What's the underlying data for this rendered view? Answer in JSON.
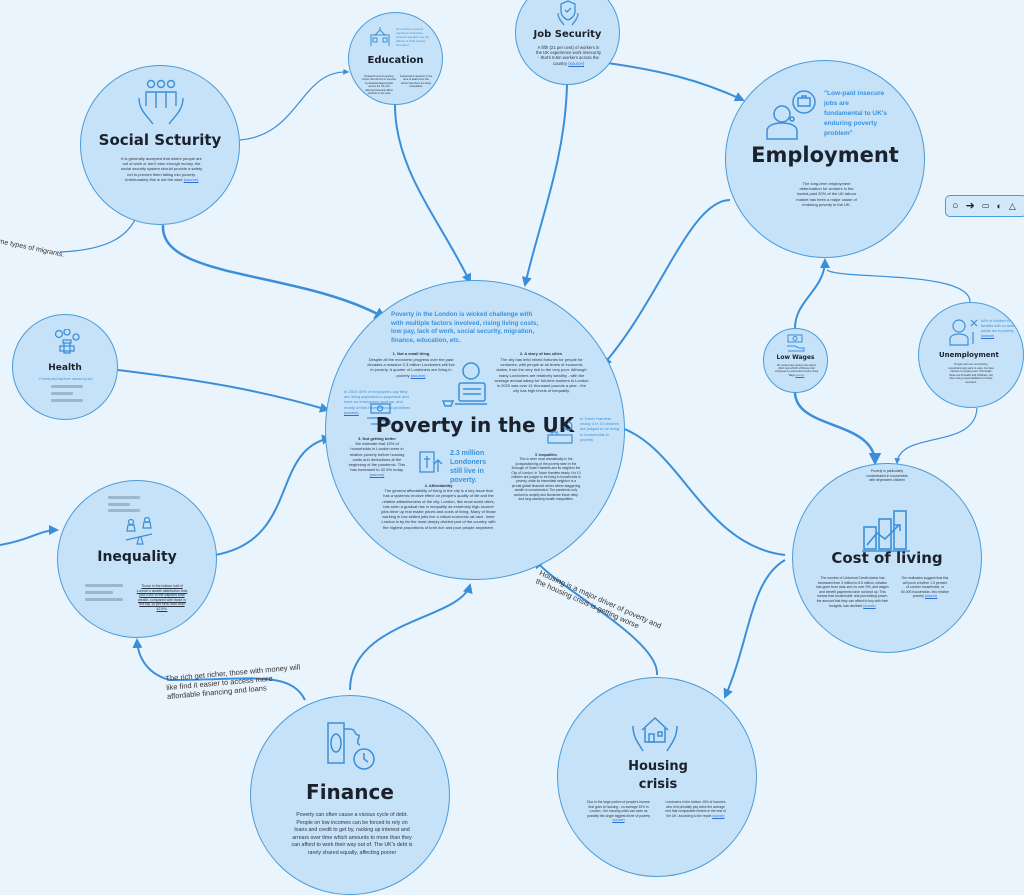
{
  "colors": {
    "background": "#eaf4fd",
    "node_fill": "#c6e2f8",
    "accent": "#3a92dc",
    "edge": "#3a8fd8"
  },
  "central": {
    "title": "Poverty in the UK",
    "intro": "Poverty in the London is wicked challenge with with multiple factors involved, rising living costs, low pay, lack of work, social security, migration, finance, education, etc.",
    "s1_title": "1. Not a small thing",
    "s1_text": "Despite all the economic progress over the past decades a massive 2.3 million Londoners still live in poverty. A quarter of Londoners are living in poverty",
    "s1_source": "(source)",
    "s2_title": "2. A story of two cities",
    "s2_text": "The city has held mixed fortunes for people for centuries, with people at all levels of economic status, from the very rich to the very poor. Although many Londoners are relatively wealthy - with the average annual salary for full-time workers in London in 2020 was over 41 thousand pounds a year - the city has high levels of inequality.",
    "side_note": "In 2019 30% of employees say they are living paycheck-to-paycheck and have no emergency savings, and nearly a third have financial problems",
    "side_source": "(source)",
    "s3_title": "3. Not getting better",
    "s3_text": "We estimate that 15% of households in London were in relative poverty before housing costs and deductions at the beginning of the pandemic. This has increased to 22.5% today.",
    "s3_source": "(source)",
    "stat": "2.3 million Londoners still live in poverty.",
    "right_note": "In Tower Hamlets nearly 4 in 10 children are judged to be living in households in poverty",
    "s4_title": "4. Affordability",
    "s4_text": "The general affordability of living in the city is a key issue that has a systemic erosive effect on people's quality of life and the relative attractiveness of the city. London, like most world cities, has seen a gradual rise in inequality as extremely high-income jobs drive up real estate prices and costs of living. Many of those working in low-skilled jobs live a virtual economic rat race. Inner London is by far the most deeply divided part of the country, with the highest proportions of both rich and poor people anywhere.",
    "s5_title": "5. Inequalities",
    "s5_text": "This is seen most dramatically in the juxtapositioning of the poverty seen in the Borough of Tower Hamlets and its neighbor the City of London. In Tower Hamlets nearly 4 in 10 children are judged to be living in households in poverty, while its immediate neighbor is a pivotal global financial center where staggering wealth is concentrated. The pandemic only worked to amplify and illuminate these deep and long-standing wealth inequalities."
  },
  "social_security": {
    "title": "Social Scturity",
    "text": "It is generally accepted that where people are out of work or don't earn enough money, the social security system should provide a safety net to prevent them falling into poverty. Unfortunately this is not the case",
    "source": "(source)"
  },
  "education": {
    "title": "Education",
    "note": "As London's poorest members of families, schools regularly see the effects of child poverty first-hand",
    "text_left": "Research and comparing shows that the link is sourced by disadvantaged pupils across the UK and disproportionately affect students in the area",
    "text_right": "Independent research in the area of attainment has shown that there are large inequalities"
  },
  "job_security": {
    "title": "Job Security",
    "text": "A fifth (21 per cent) of workers in the UK experience work insecurity - that's 6.6m workers across the country",
    "source": "(source)"
  },
  "employment": {
    "title": "Employment",
    "quote": "\"Low-paid insecure jobs are fundamental to UK's enduring poverty problem\"",
    "text": "The long-term employment deterioration for workers in the lowest-paid 20% of the UK labour market has been a major cause of enduring poverty in the UK."
  },
  "health": {
    "title": "Health",
    "text": "Poverty and bad from causes by low"
  },
  "inequality": {
    "title": "Inequality",
    "text": "Those in the bottom half of London's wealth distribution hold just 4.8% of the capital's total wealth, compared with those in the top 10 per cent, who hold 42.5%."
  },
  "low_wages": {
    "title": "Low  Wages",
    "text": "UK London pays workers less paid in 2022. Around 64% of Britons of all employees 6+ work below London Living Wage",
    "source": "(source)"
  },
  "unemployment": {
    "title": "Unemployment",
    "note": "64% of children in families with no working adults are in poverty",
    "note_source": "(source)",
    "text": "People who are not working overwhelmingly want to work, but face barriers to employment. Principally these are ill health and childcare, but also caring responsibilities for family members."
  },
  "cost_of_living": {
    "title": "Cost of living",
    "top_note": "Poverty is particularly concentrated in households with dependent children",
    "text_left": "The number of Universal Credit claims has increased from 3 million to 5.5 million, inflation has gone from near-zero to over 9%, and wages and benefit payments have not kept up. This means that households' real purchasing power, the amount that they can afford to buy with their budgets, has declined",
    "text_left_source": "(source)",
    "text_right": "Our estimates suggest that this will push a further 1.5 percent of London households, or 60,000 households, into relative poverty",
    "text_right_source": "(source)"
  },
  "finance": {
    "title": "Finance",
    "text": "Poverty can often cause a vicious cycle of debt. People on low incomes can be forced to rely on loans and credit to get by, racking up interest and arrears over time which amounts to more than they can afford to work their way out of. The UK's debt is rarely shared equally, affecting poorer"
  },
  "housing": {
    "title": "Housing crisis",
    "text_left": "Due to the large portion of people's income that goes to housing - on average 33% in London - the housing crisis can seen as possibly the single biggest driver of poverty",
    "text_left_source": "(source)",
    "text_right": "Londoners in the bottom 40% of incomes who rent privately pay twice the average rent that comparable renters in the rest of the UK, according to the report",
    "text_right_source": "(source)"
  },
  "edge_labels": {
    "migration": "...limitations on access to public benefits and some types of migrants.",
    "rich": "The rich get richer, those with money will like find it easier to access more affordable financing and loans",
    "housing": "Housing is a major driver of poverty and the housing crisis is getting worse"
  },
  "toolbar": {
    "icons": [
      "circle-tool-icon",
      "arrow-tool-icon",
      "image-tool-icon",
      "sticker-tool-icon",
      "shape-tool-icon"
    ]
  }
}
